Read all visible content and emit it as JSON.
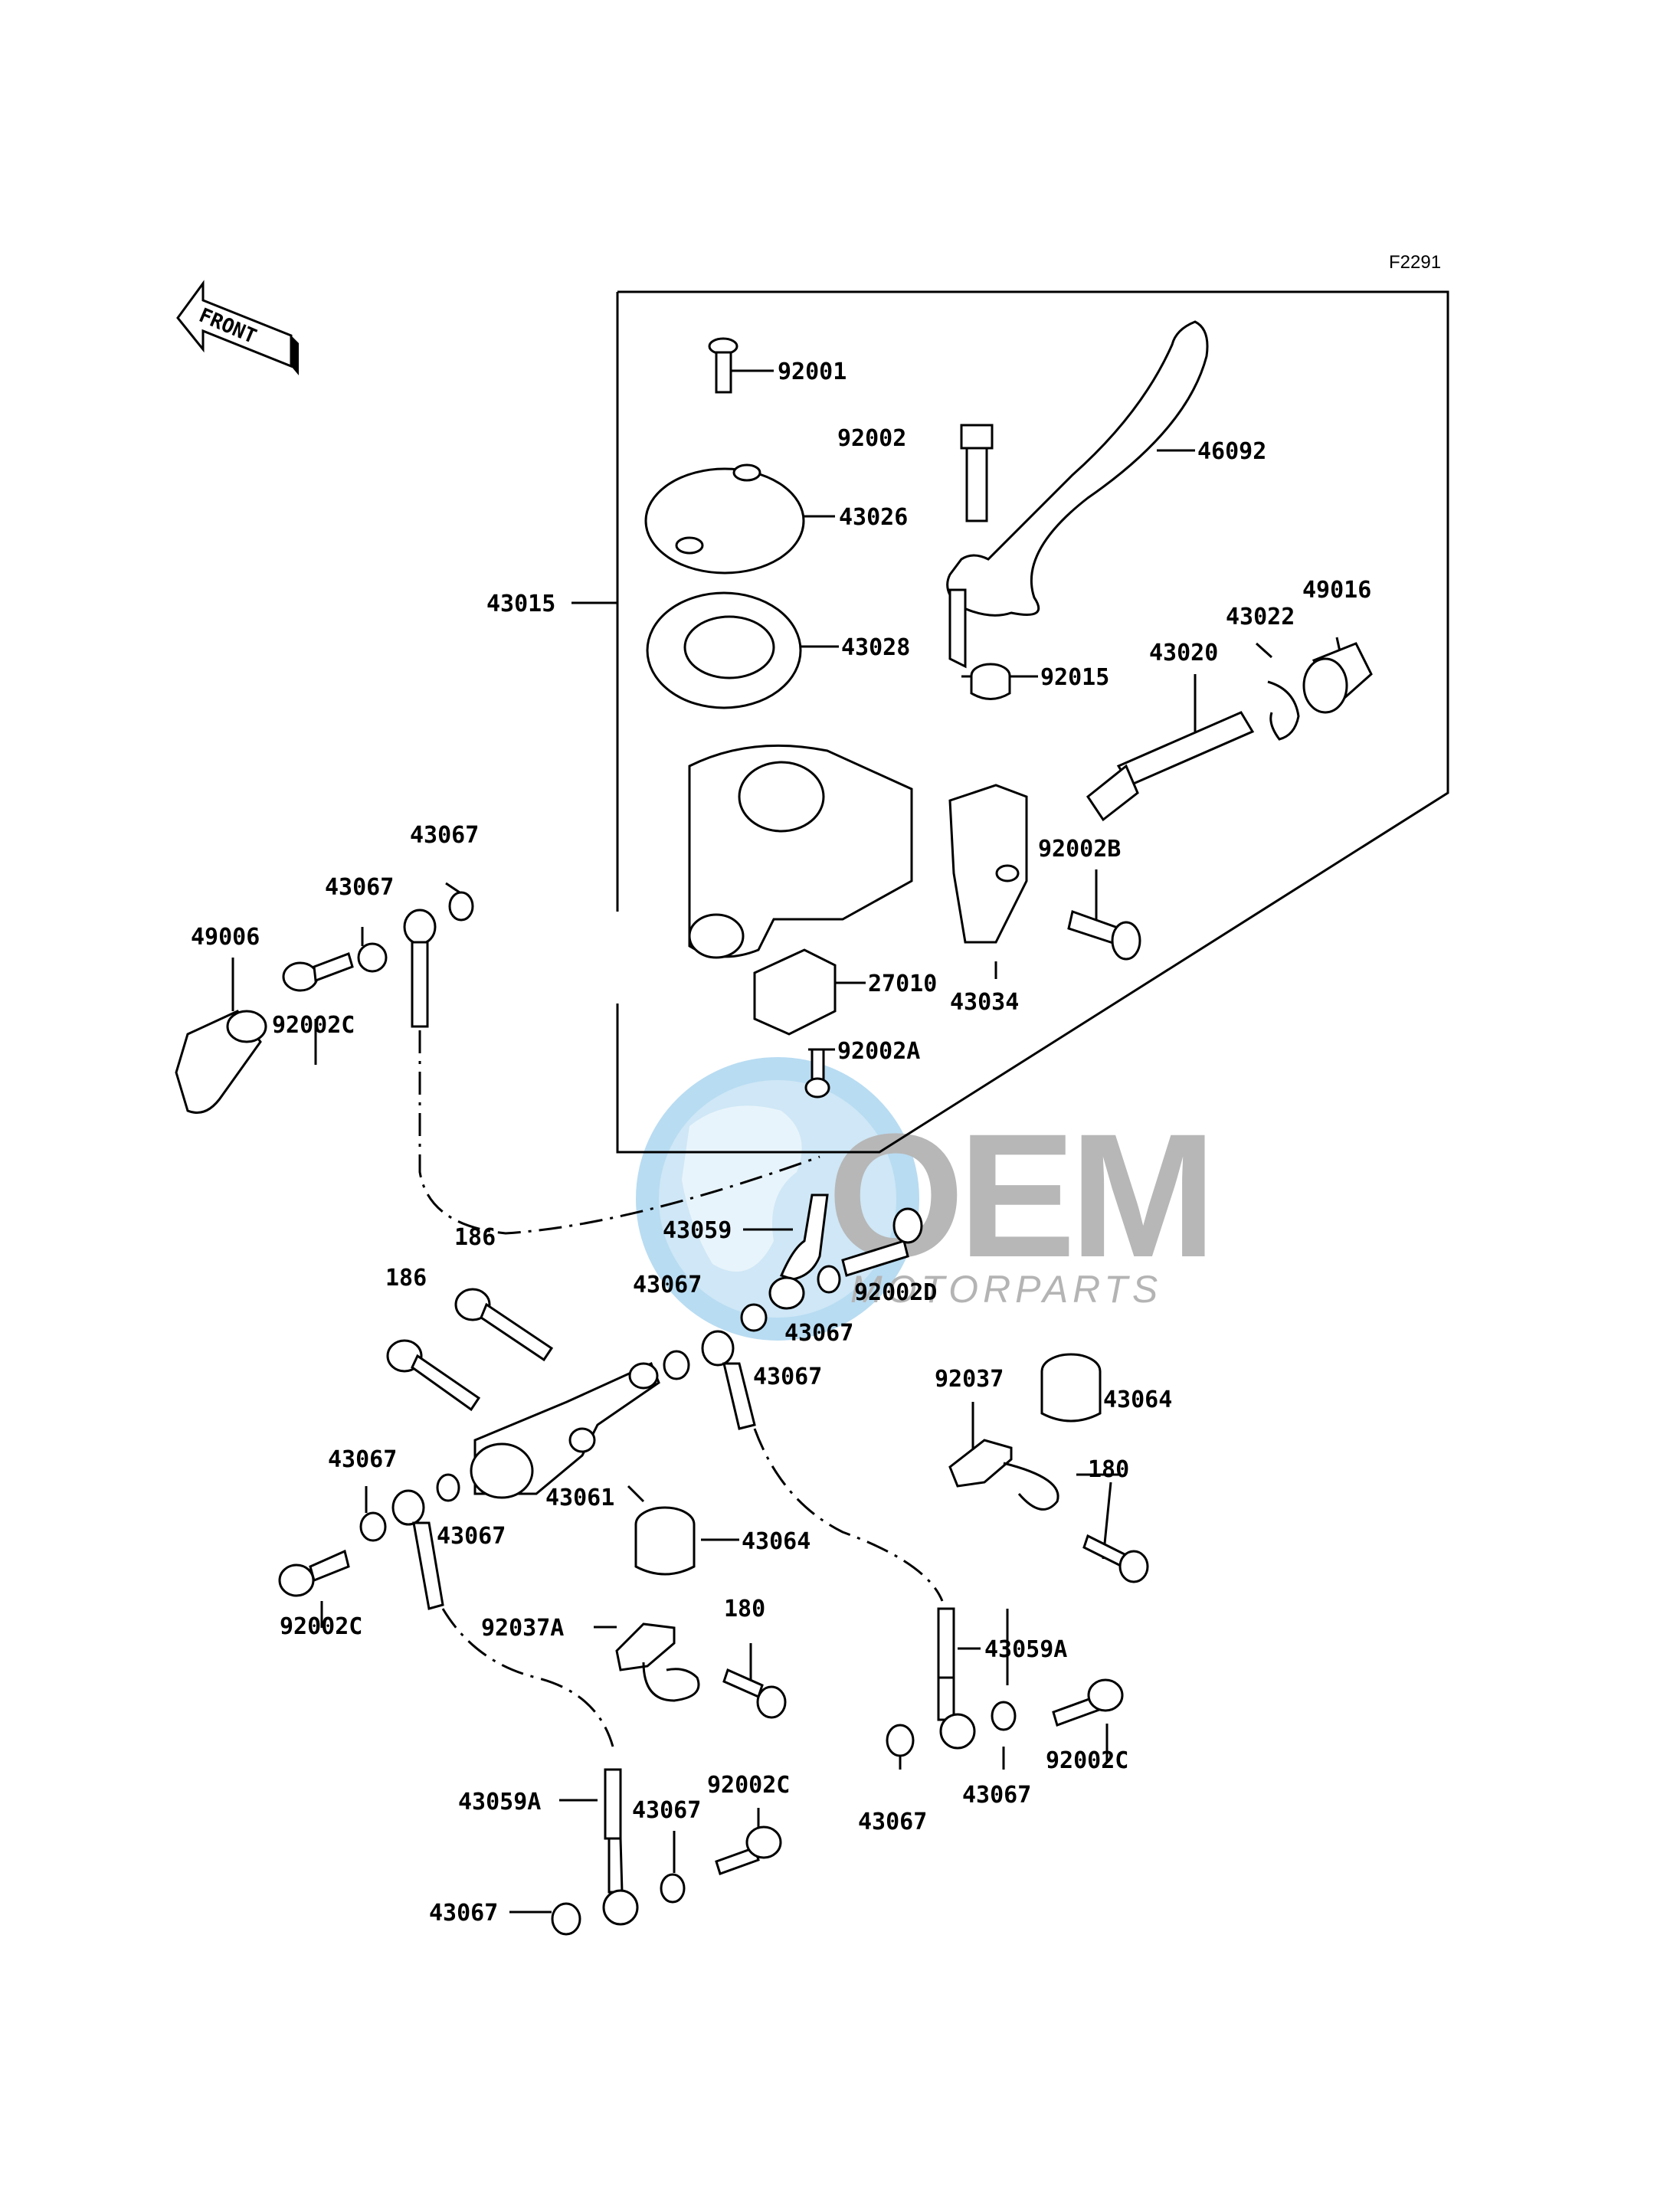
{
  "figure_code": "F2291",
  "front_arrow_label": "FRONT",
  "watermark": {
    "brand": "OEM",
    "tagline": "MOTORPARTS"
  },
  "labels": {
    "l92001": "92001",
    "l92002": "92002",
    "l46092": "46092",
    "l43026": "43026",
    "l43015": "43015",
    "l43028": "43028",
    "l43022": "43022",
    "l49016": "49016",
    "l43020": "43020",
    "l92015": "92015",
    "l43067a": "43067",
    "l43067b": "43067",
    "l49006": "49006",
    "l92002c_a": "92002C",
    "l92002b": "92002B",
    "l27010": "27010",
    "l43034": "43034",
    "l92002a": "92002A",
    "l43059": "43059",
    "l92002d": "92002D",
    "l186a": "186",
    "l186b": "186",
    "l43067c": "43067",
    "l43067d": "43067",
    "l43067e": "43067",
    "l92037": "92037",
    "l43064a": "43064",
    "l180a": "180",
    "l43067f": "43067",
    "l43061": "43061",
    "l43067g": "43067",
    "l43064b": "43064",
    "l92002c_b": "92002C",
    "l180b": "180",
    "l92037a": "92037A",
    "l43059a_a": "43059A",
    "l92002c_c": "92002C",
    "l43067h": "43067",
    "l43067i": "43067",
    "l43059a_b": "43059A",
    "l92002c_d": "92002C",
    "l43067j": "43067",
    "l43067k": "43067"
  }
}
